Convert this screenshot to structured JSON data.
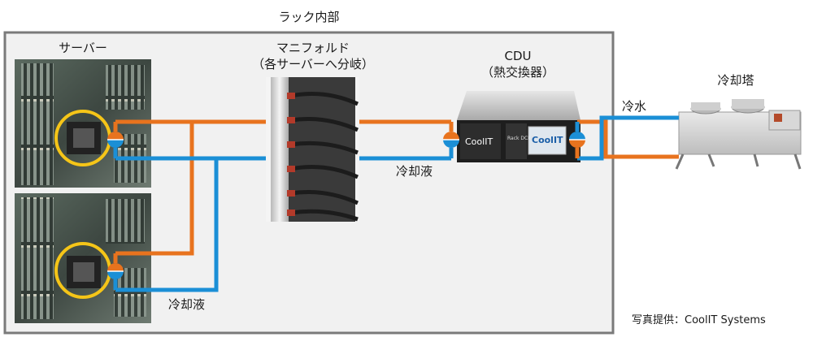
{
  "rack": {
    "title": "ラック内部"
  },
  "server": {
    "label": "サーバー"
  },
  "manifold": {
    "label": "マニフォルド",
    "sublabel": "（各サーバーへ分岐）"
  },
  "cdu": {
    "label": "CDU",
    "sublabel": "（熱交換器）",
    "brand": "CoolIT",
    "model": "Rack DCLC"
  },
  "cooling_tower": {
    "label": "冷却塔"
  },
  "flows": {
    "cold_water": "冷水",
    "coolant_mid": "冷却液",
    "coolant_bottom": "冷却液"
  },
  "credit": "写真提供：CoolIT Systems",
  "colors": {
    "hot": "#e8731e",
    "cold": "#1b8fd6",
    "cpu_ring": "#f5c518",
    "rack_border": "#7a7a7a",
    "rack_bg": "#f1f1f1"
  }
}
